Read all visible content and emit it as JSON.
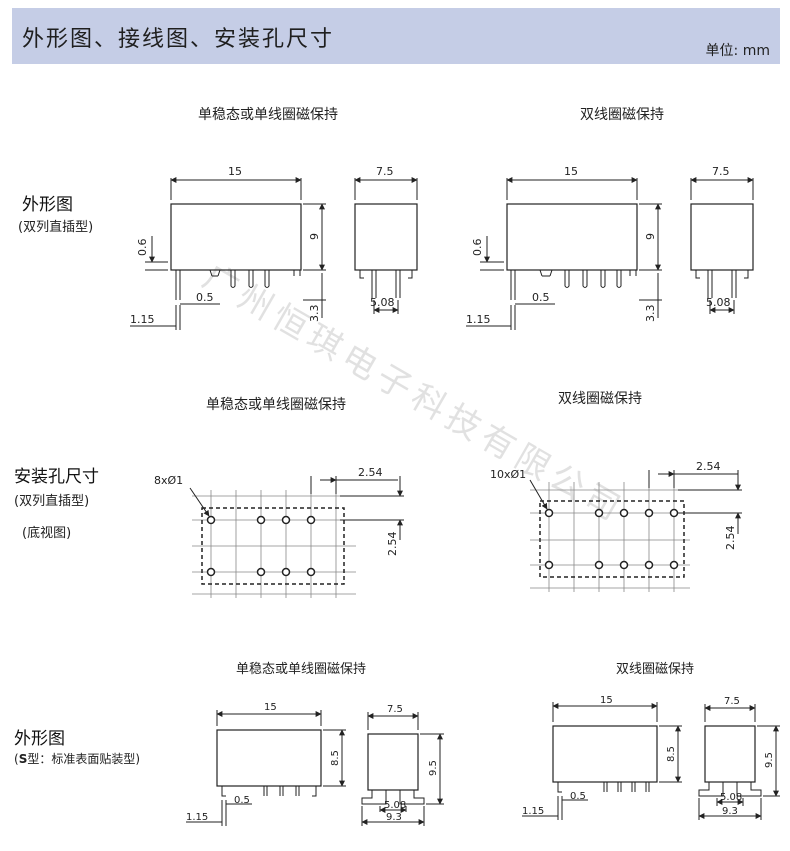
{
  "header": {
    "title": "外形图、接线图、安装孔尺寸",
    "unit": "单位: mm"
  },
  "section1": {
    "side_title": "外形图",
    "side_sub": "(双列直插型)",
    "left_caption": "单稳态或单线圈磁保持",
    "right_caption": "双线圈磁保持",
    "dims": {
      "length": "15",
      "width": "7.5",
      "height": "9",
      "standoff": "0.6",
      "pin_w": "0.5",
      "pin_off": "1.15",
      "pin_len": "3.3",
      "pitch": "5.08"
    }
  },
  "section2": {
    "side_title": "安装孔尺寸",
    "side_sub1": "(双列直插型)",
    "side_sub2": "(底视图)",
    "left_caption": "单稳态或单线圈磁保持",
    "right_caption": "双线圈磁保持",
    "left_holes": "8xØ1",
    "right_holes": "10xØ1",
    "pitch": "2.54"
  },
  "section3": {
    "side_title": "外形图",
    "side_sub_bold": "S",
    "side_sub_rest": "型：标准表面贴装型)",
    "side_sub_open": "(",
    "left_caption": "单稳态或单线圈磁保持",
    "right_caption": "双线圈磁保持",
    "dims": {
      "length": "15",
      "width": "7.5",
      "height": "8.5",
      "height2": "9.5",
      "pin_w": "0.5",
      "pin_off": "1.15",
      "pitch": "5.08",
      "foot": "9.3"
    }
  },
  "watermark": "广州恒琪电子科技有限公司"
}
